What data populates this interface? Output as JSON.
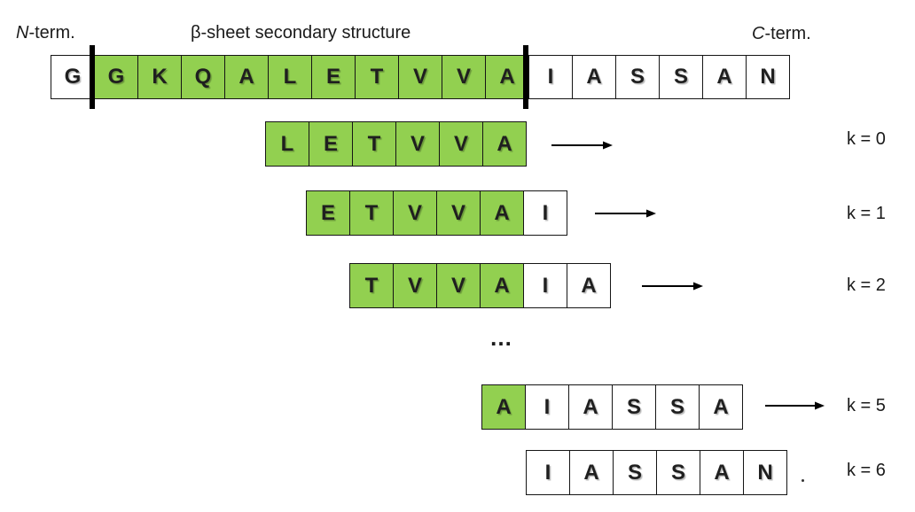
{
  "header": {
    "n_term_initial": "N",
    "n_term_rest": "-term.",
    "beta_symbol": "β",
    "beta_title_rest": "-sheet secondary structure",
    "c_term_initial": "C",
    "c_term_rest": "-term."
  },
  "colors": {
    "highlight_green": "#92D050",
    "cell_border": "#151515",
    "text": "#1a1a1a"
  },
  "main_sequence": {
    "residues": [
      "G",
      "G",
      "K",
      "Q",
      "A",
      "L",
      "E",
      "T",
      "V",
      "V",
      "A",
      "I",
      "A",
      "S",
      "S",
      "A",
      "N"
    ],
    "highlighted_range": [
      1,
      10
    ]
  },
  "ellipsis": "…",
  "stray_dot": "",
  "windows": [
    {
      "k": 0,
      "k_label": "k = 0",
      "residues": [
        "L",
        "E",
        "T",
        "V",
        "V",
        "A"
      ],
      "highlighted_count": 6,
      "arrow": true
    },
    {
      "k": 1,
      "k_label": "k = 1",
      "residues": [
        "E",
        "T",
        "V",
        "V",
        "A",
        "I"
      ],
      "highlighted_count": 5,
      "arrow": true
    },
    {
      "k": 2,
      "k_label": "k = 2",
      "residues": [
        "T",
        "V",
        "V",
        "A",
        "I",
        "A"
      ],
      "highlighted_count": 4,
      "arrow": true
    },
    {
      "k": 5,
      "k_label": "k = 5",
      "residues": [
        "A",
        "I",
        "A",
        "S",
        "S",
        "A"
      ],
      "highlighted_count": 1,
      "arrow": true
    },
    {
      "k": 6,
      "k_label": "k = 6",
      "residues": [
        "I",
        "A",
        "S",
        "S",
        "A",
        "N"
      ],
      "highlighted_count": 0,
      "arrow": false
    }
  ]
}
